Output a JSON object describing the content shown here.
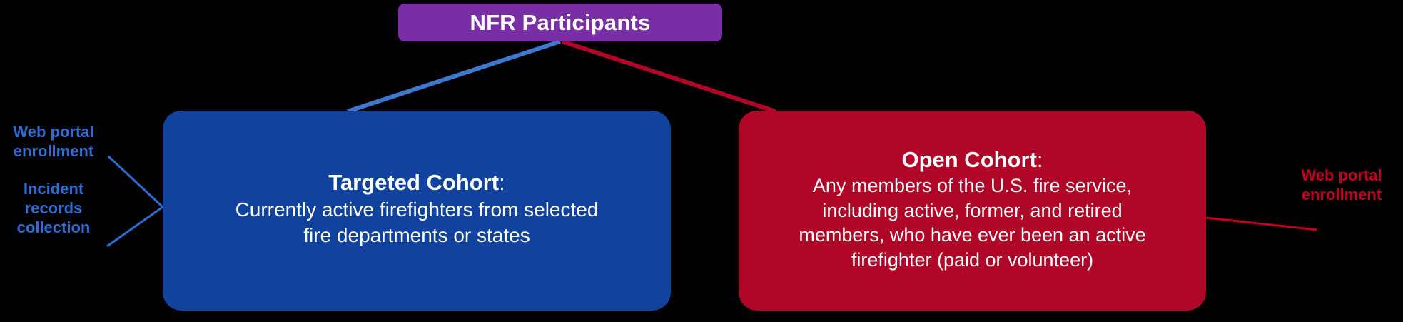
{
  "diagram": {
    "title": "NFR Participants",
    "background_color": "#000000",
    "root": {
      "label": "NFR Participants",
      "color": "#7A2EA6",
      "text_color": "#FFFFFF"
    },
    "cohorts": [
      {
        "id": "targeted",
        "heading": "Targeted Cohort",
        "heading_suffix": ":",
        "description_lines": [
          "Currently active firefighters from selected",
          "fire departments or states"
        ],
        "description": "Currently active firefighters from selected fire departments or states",
        "color": "#11439E",
        "text_color": "#FFFFFF"
      },
      {
        "id": "open",
        "heading": "Open Cohort",
        "heading_suffix": ":",
        "description_lines": [
          "Any members of the U.S. fire service,",
          "including active, former, and retired",
          "members, who have ever been an active",
          "firefighter (paid or volunteer)"
        ],
        "description": "Any members of the U.S. fire service, including active, former, and retired members, who have ever been an active firefighter (paid or volunteer)",
        "color": "#B00628",
        "text_color": "#FFFFFF"
      }
    ],
    "annotations": [
      {
        "id": "web-portal-enrollment-left",
        "lines": [
          "Web portal",
          "enrollment"
        ],
        "text": "Web portal enrollment",
        "color": "#2E6BD2",
        "attaches_to": "targeted"
      },
      {
        "id": "incident-records-collection-left",
        "lines": [
          "Incident",
          "records",
          "collection"
        ],
        "text": "Incident records collection",
        "color": "#2E6BD2",
        "attaches_to": "targeted"
      },
      {
        "id": "web-portal-enrollment-right",
        "lines": [
          "Web portal",
          "enrollment"
        ],
        "text": "Web portal enrollment",
        "color": "#C00020",
        "attaches_to": "open"
      }
    ],
    "connectors": [
      {
        "id": "root-to-targeted",
        "from": "root",
        "to": "targeted",
        "color": "#3D78CE"
      },
      {
        "id": "root-to-open",
        "from": "root",
        "to": "open",
        "color": "#B00628"
      },
      {
        "id": "web-portal-left-to-targeted",
        "from": "web-portal-enrollment-left",
        "to": "targeted",
        "color": "#2E6BD2"
      },
      {
        "id": "incident-records-to-targeted",
        "from": "incident-records-collection-left",
        "to": "targeted",
        "color": "#2E6BD2"
      },
      {
        "id": "web-portal-right-to-open",
        "from": "web-portal-enrollment-right",
        "to": "open",
        "color": "#C00020"
      }
    ]
  }
}
